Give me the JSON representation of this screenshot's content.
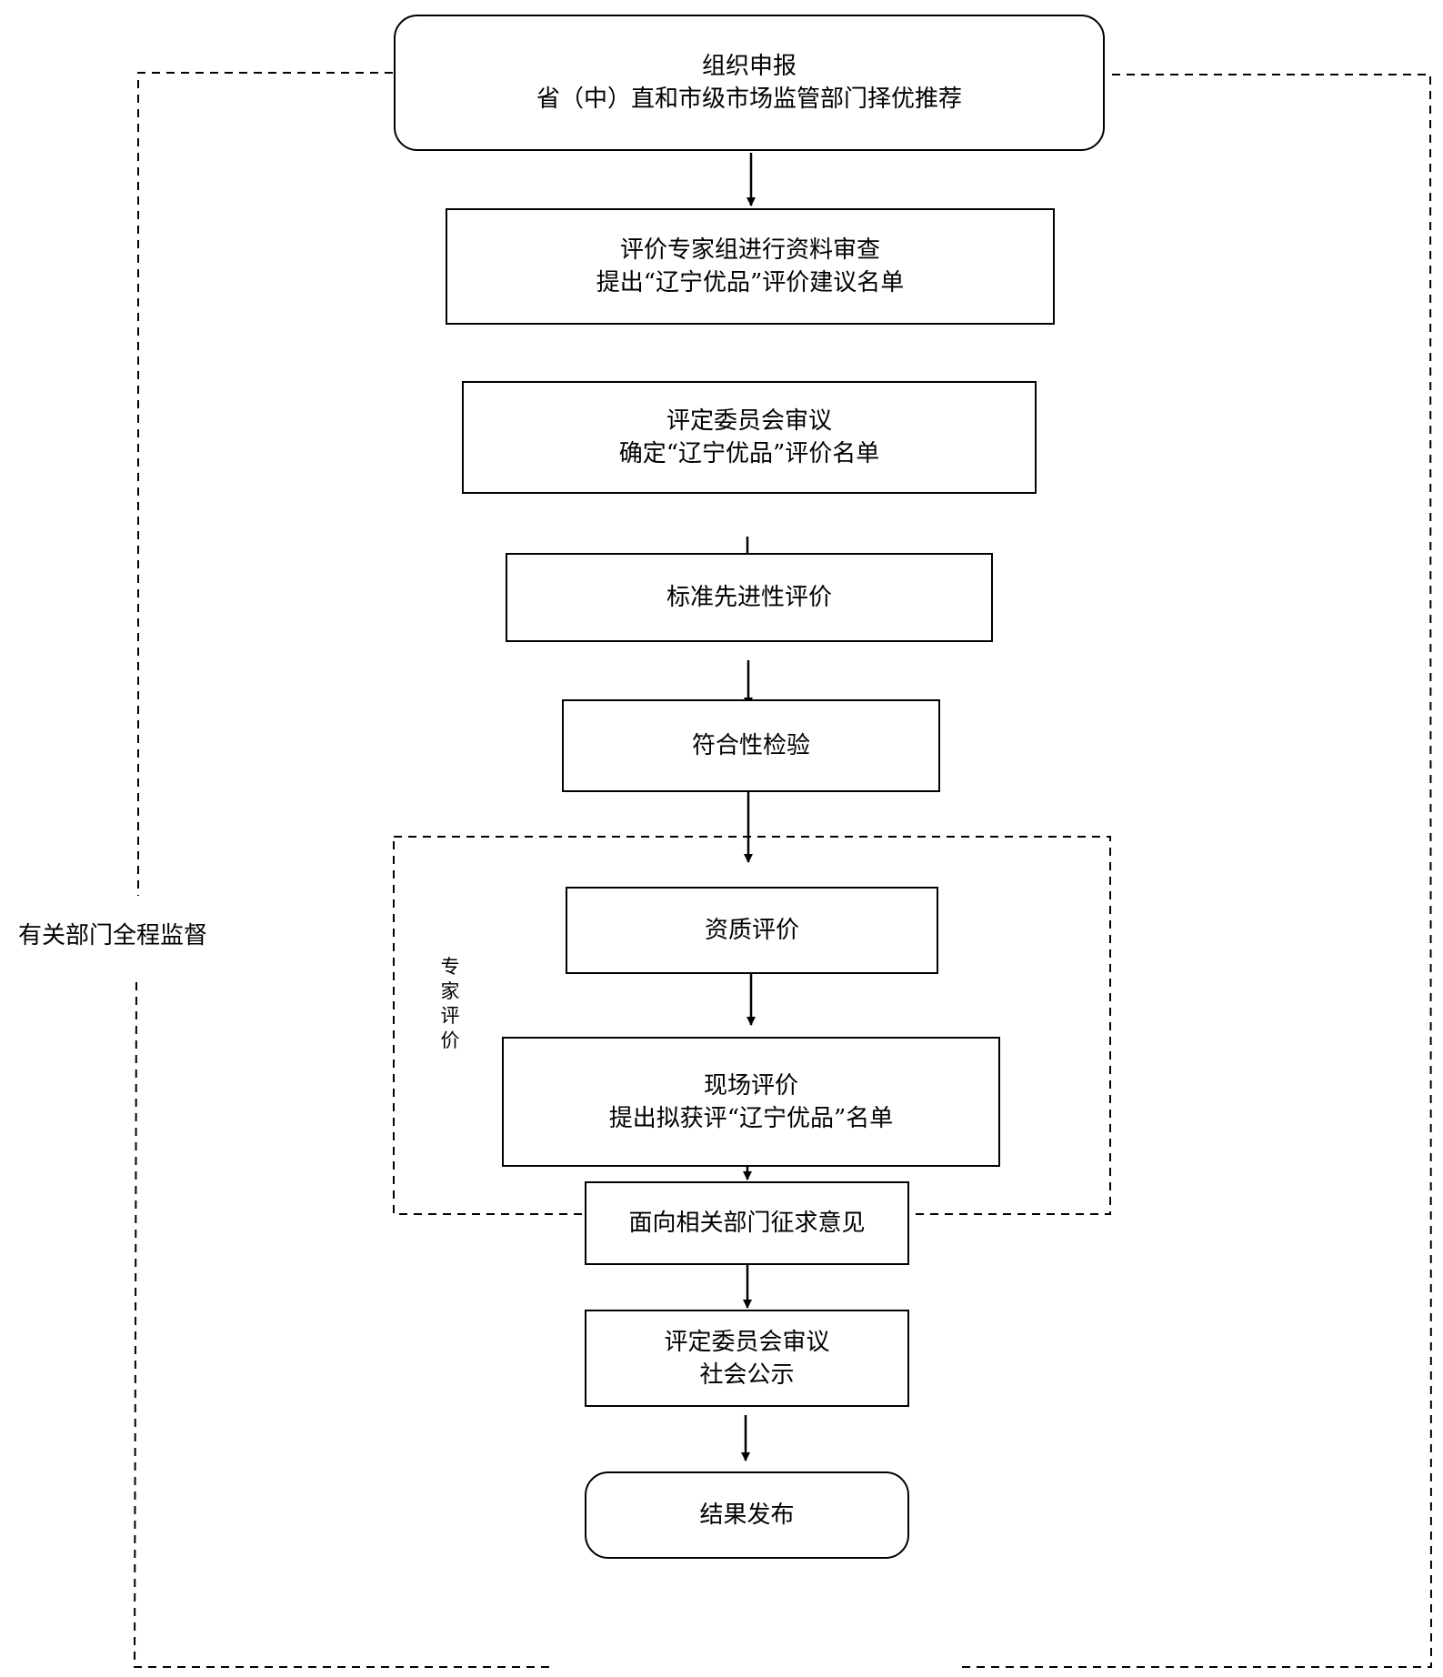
{
  "diagram": {
    "nodes": {
      "apply": {
        "line1": "组织申报",
        "line2": "省（中）直和市级市场监管部门择优推荐"
      },
      "review": {
        "line1": "评价专家组进行资料审查",
        "line2": "提出“辽宁优品”评价建议名单"
      },
      "committee1": {
        "line1": "评定委员会审议",
        "line2": "确定“辽宁优品”评价名单"
      },
      "standard": {
        "line1": "标准先进性评价"
      },
      "conformity": {
        "line1": "符合性检验"
      },
      "qualification": {
        "line1": "资质评价"
      },
      "onsite": {
        "line1": "现场评价",
        "line2": "提出拟获评“辽宁优品”名单"
      },
      "consult": {
        "line1": "面向相关部门征求意见"
      },
      "committee2": {
        "line1": "评定委员会审议",
        "line2": "社会公示"
      },
      "publish": {
        "line1": "结果发布"
      }
    },
    "supervision_label": "有关部门全程监督",
    "expert_group_label": [
      "专",
      "家",
      "评",
      "价"
    ]
  }
}
